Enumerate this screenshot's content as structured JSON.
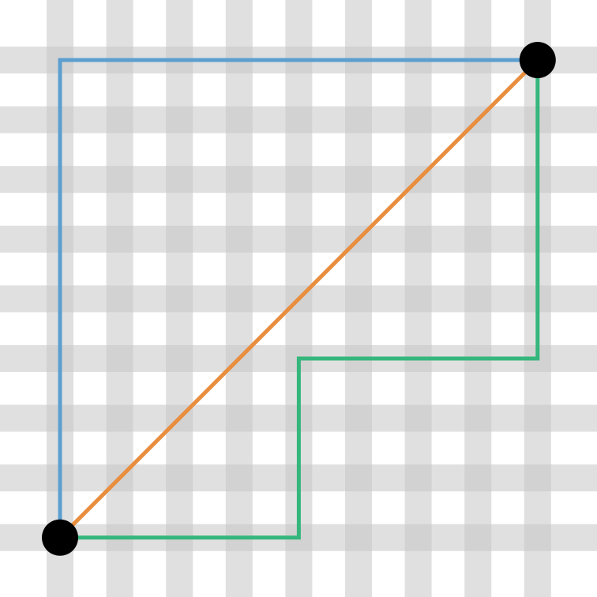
{
  "grid": {
    "columns": 9,
    "rows": 9,
    "band_color": "#c8c6c6",
    "band_opacity": 0.55,
    "background": "#ffffff"
  },
  "points": [
    {
      "name": "start-point",
      "col": 0,
      "row": 8,
      "color": "#000000"
    },
    {
      "name": "end-point",
      "col": 8,
      "row": 0,
      "color": "#000000"
    }
  ],
  "paths": [
    {
      "name": "blue-path",
      "color": "#5b9fd0",
      "vertices": [
        [
          0,
          8
        ],
        [
          0,
          0
        ],
        [
          8,
          0
        ]
      ]
    },
    {
      "name": "green-path",
      "color": "#35b67c",
      "vertices": [
        [
          0,
          8
        ],
        [
          4,
          8
        ],
        [
          4,
          5
        ],
        [
          8,
          5
        ],
        [
          8,
          0
        ]
      ]
    },
    {
      "name": "orange-path",
      "color": "#e88e3e",
      "vertices": [
        [
          0,
          8
        ],
        [
          8,
          0
        ]
      ]
    }
  ]
}
